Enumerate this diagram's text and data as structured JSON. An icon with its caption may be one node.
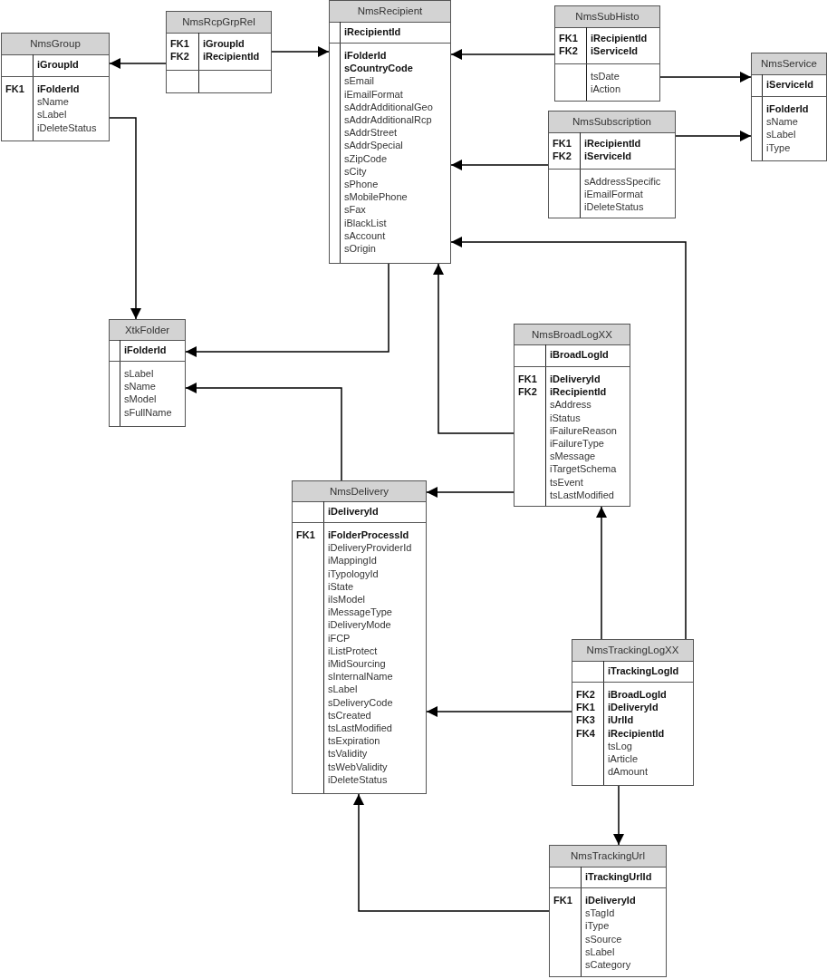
{
  "diagram": {
    "nodes": [
      {
        "text": [
          "NmsGroup",
          "iGroupId",
          "FK1",
          "**iFolderId** sName sLabel iDeleteStatus"
        ]
      },
      {
        "text": [
          "NmsRcpGrpRel",
          "FK1 FK2",
          "iGroupId iRecipientId"
        ]
      },
      {
        "text": [
          "NmsRecipient",
          "iRecipientId",
          "**iFolderId** **sCountryCode** sEmail iEmailFormat sAddrAdditionalGeo sAddrAdditionalRcp sAddrStreet sAddrSpecial sZipCode sCity sPhone sMobilePhone sFax iBlackList sAccount sOrigin"
        ]
      },
      {
        "text": [
          "NmsSubHisto",
          "FK1 FK2",
          "iRecipientId iServiceId",
          "tsDate iAction"
        ]
      },
      {
        "text": [
          "NmsService",
          "iServiceId",
          "**iFolderId** sName sLabel iType"
        ]
      },
      {
        "text": [
          "NmsSubscription",
          "FK1 FK2",
          "iRecipientId iServiceId",
          "sAddressSpecific iEmailFormat iDeleteStatus"
        ]
      },
      {
        "text": [
          "XtkFolder",
          "iFolderId",
          "sLabel sName sModel sFullName"
        ]
      },
      {
        "text": [
          "NmsBroadLogXX",
          "iBroadLogId",
          "FK1 FK2",
          "**iDeliveryId** **iRecipientId** sAddress iStatus iFailureReason iFailureType sMessage iTargetSchema tsEvent tsLastModified"
        ]
      },
      {
        "text": [
          "NmsDelivery",
          "iDeliveryId",
          "FK1",
          "**iFolderProcessId** iDeliveryProviderId iMappingId iTypologyId iState iIsModel iMessageType iDeliveryMode iFCP iListProtect iMidSourcing sInternalName sLabel sDeliveryCode tsCreated tsLastModified tsExpiration tsValidity tsWebValidity iDeleteStatus"
        ]
      },
      {
        "text": [
          "NmsTrackingLogXX",
          "iTrackingLogId",
          "FK2 FK1 FK3 FK4",
          "**iBroadLogId** **iDeliveryId** **iUrlId** **iRecipientId** tsLog iArticle dAmount"
        ]
      },
      {
        "text": [
          "NmsTrackingUrl",
          "iTrackingUrlId",
          "FK1",
          "**iDeliveryId** sTagId iType sSource sLabel sCategory"
        ]
      }
    ],
    "edges": [
      {
        "from": 1,
        "to": 0,
        "arrow": "to"
      },
      {
        "from": 1,
        "to": 2,
        "arrow": "to"
      },
      {
        "from": 3,
        "to": 2,
        "arrow": "to"
      },
      {
        "from": 3,
        "to": 4,
        "arrow": "to"
      },
      {
        "from": 5,
        "to": 2,
        "arrow": "to"
      },
      {
        "from": 5,
        "to": 4,
        "arrow": "to"
      },
      {
        "from": 0,
        "to": 6,
        "arrow": "to"
      },
      {
        "from": 2,
        "to": 6,
        "arrow": "to"
      },
      {
        "from": 8,
        "to": 6,
        "arrow": "to"
      },
      {
        "from": 7,
        "to": 2,
        "arrow": "to"
      },
      {
        "from": 7,
        "to": 8,
        "arrow": "to"
      },
      {
        "from": 9,
        "to": 7,
        "arrow": "to"
      },
      {
        "from": 9,
        "to": 2,
        "arrow": "to"
      },
      {
        "from": 9,
        "to": 8,
        "arrow": "to"
      },
      {
        "from": 9,
        "to": 10,
        "arrow": "to"
      },
      {
        "from": 10,
        "to": 8,
        "arrow": "to"
      }
    ]
  }
}
